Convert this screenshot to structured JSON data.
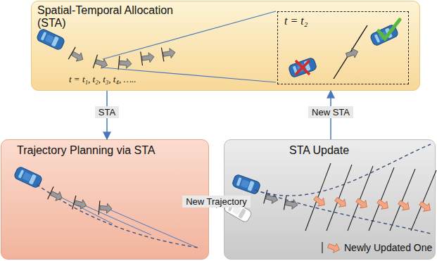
{
  "diagram": {
    "nodes": [
      {
        "text": [
          "Spatial-Temporal Allocation (STA)"
        ]
      },
      {
        "text": [
          "t = t₂"
        ],
        "in": 0
      },
      {
        "text": [
          "Trajectory Planning via STA"
        ]
      },
      {
        "text": [
          "STA Update"
        ]
      }
    ],
    "edges": [
      {
        "from": 0,
        "to": 2,
        "label": "STA",
        "arrow": "to"
      },
      {
        "from": 2,
        "to": 3,
        "label": "New Trajectory",
        "arrow": "to"
      },
      {
        "from": 3,
        "to": 0,
        "label": "New STA",
        "arrow": "to"
      }
    ],
    "labels": [
      "t = t₁, t₂, t₃, t₄, ….."
    ],
    "legend": [
      {
        "text": "Newly Updated One"
      }
    ]
  }
}
